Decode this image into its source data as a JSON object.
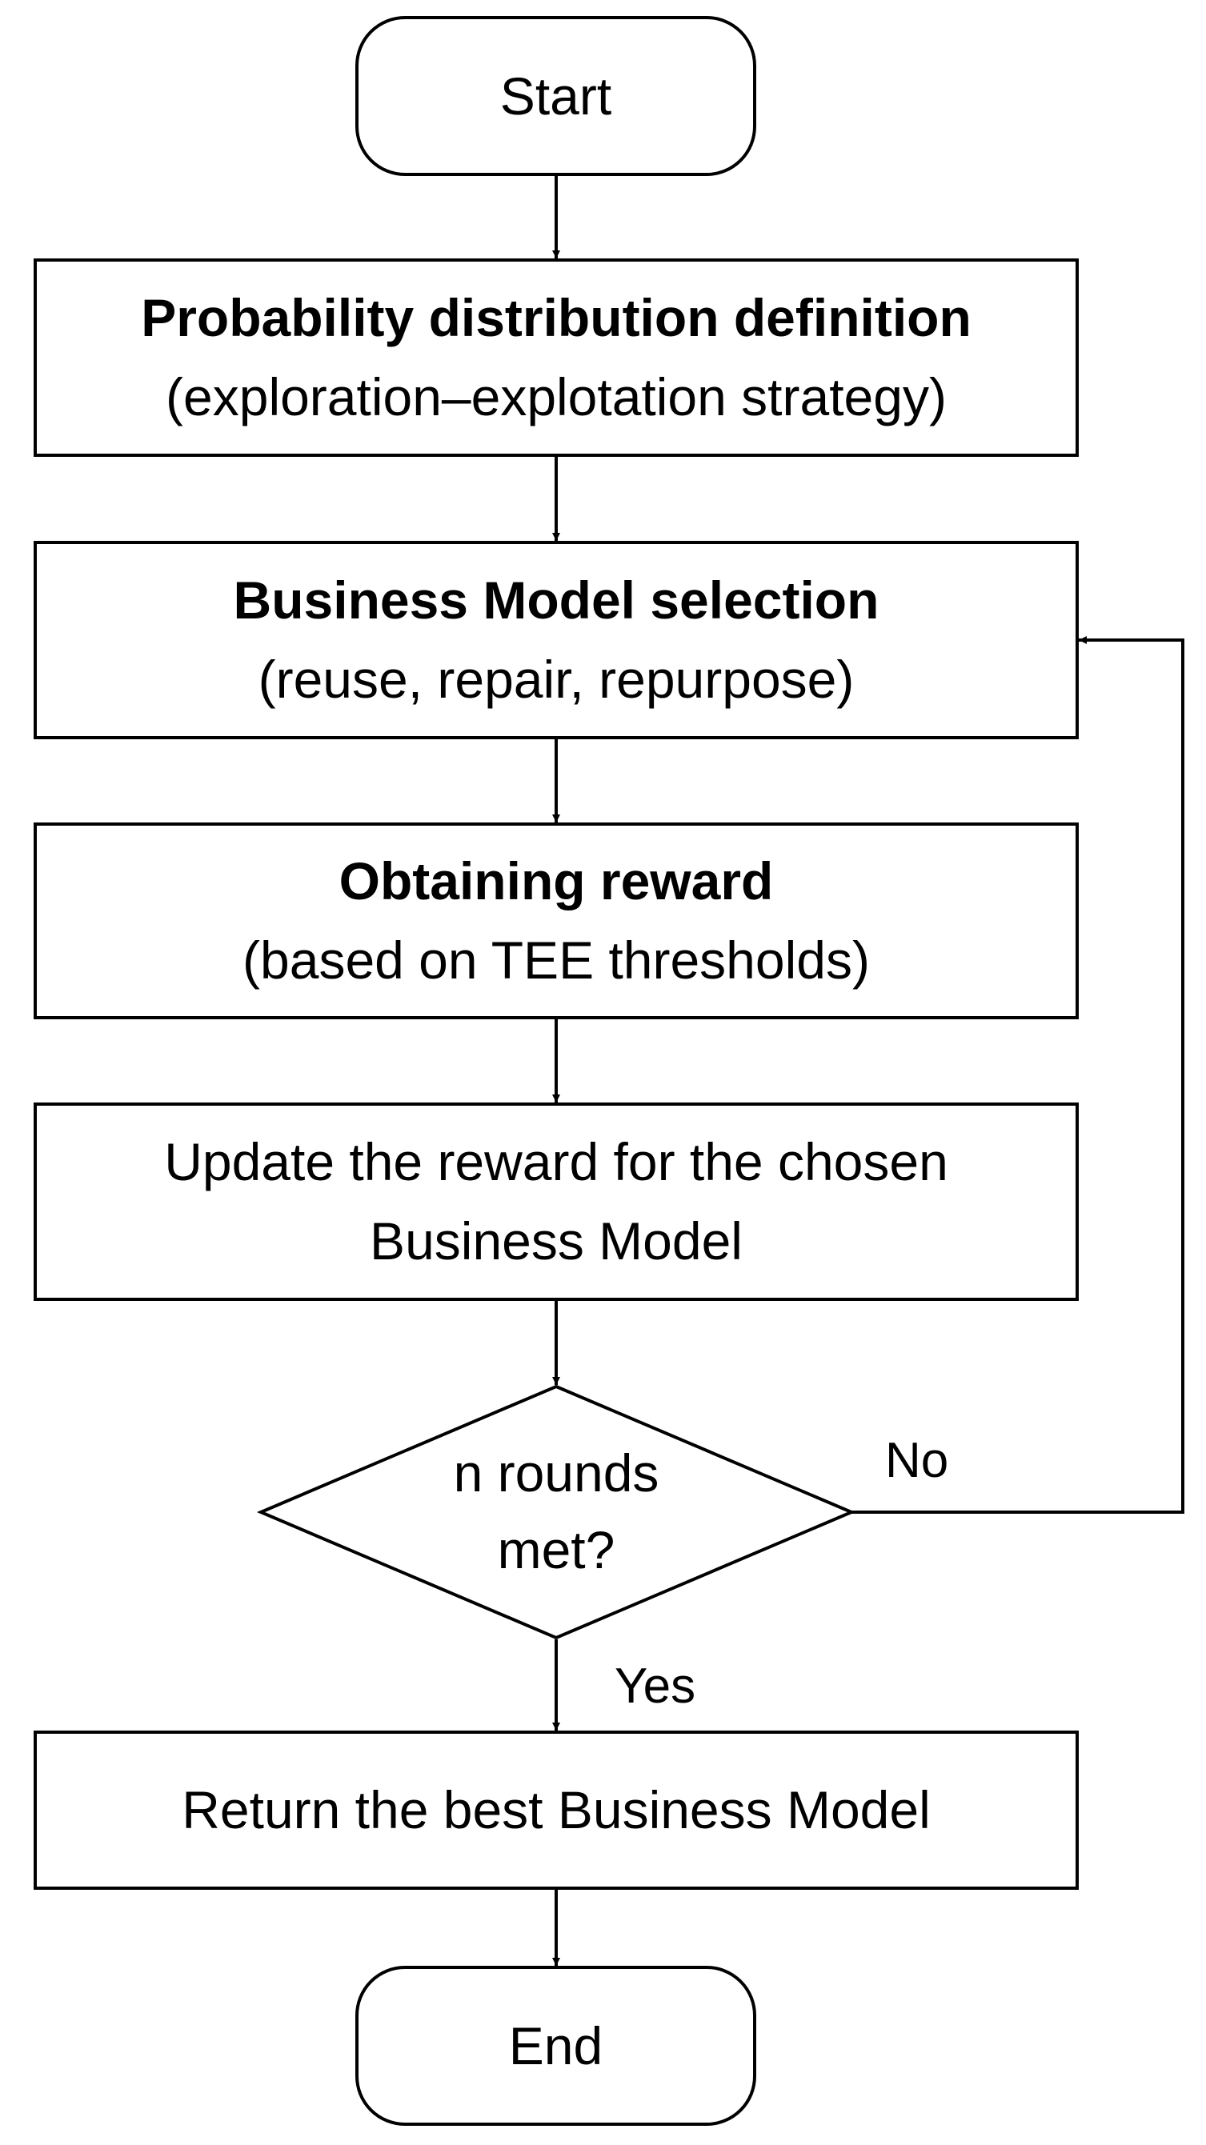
{
  "nodes": {
    "start": {
      "text": "Start"
    },
    "probability": {
      "title": "Probability distribution definition",
      "subtitle": "(exploration–explotation strategy)"
    },
    "selection": {
      "title": "Business Model selection",
      "subtitle": "(reuse, repair, repurpose)"
    },
    "reward": {
      "title": "Obtaining reward",
      "subtitle": "(based on TEE thresholds)"
    },
    "update": {
      "line1": "Update the reward for the chosen",
      "line2": "Business Model"
    },
    "decision": {
      "line1": "n rounds",
      "line2": "met?"
    },
    "return": {
      "text": "Return the best Business Model"
    },
    "end": {
      "text": "End"
    }
  },
  "edges": {
    "no_label": "No",
    "yes_label": "Yes"
  }
}
